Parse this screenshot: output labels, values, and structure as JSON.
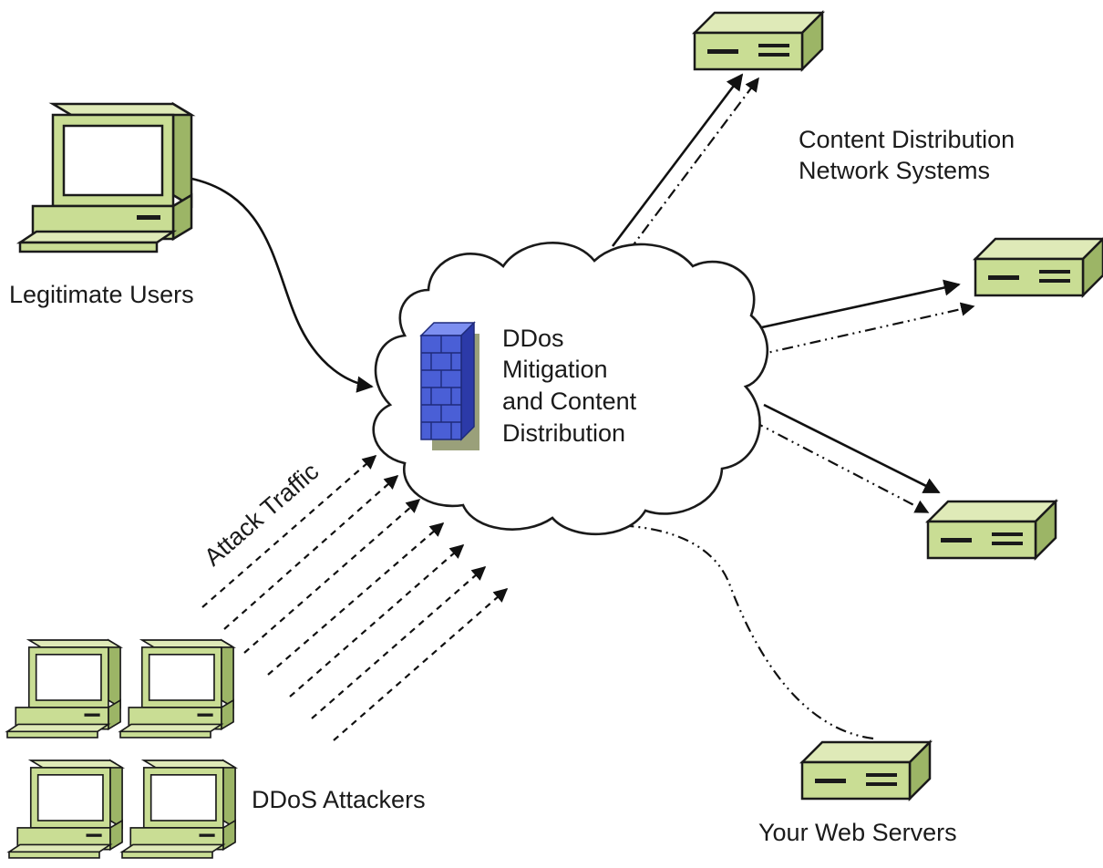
{
  "labels": {
    "legitimate_users": "Legitimate Users",
    "cdn_line1": "Content Distribution",
    "cdn_line2": "Network Systems",
    "cloud_line1": "DDos",
    "cloud_line2": "Mitigation",
    "cloud_line3": "and Content",
    "cloud_line4": "Distribution",
    "attack_traffic": "Attack Traffic",
    "ddos_attackers": "DDoS Attackers",
    "web_servers": "Your Web Servers"
  },
  "colors": {
    "device_green": "#c9dd94",
    "device_shadow": "#9cb566",
    "firewall_blue": "#4a5fd6",
    "outline": "#1a1a1a"
  },
  "icons": {
    "computer": "desktop-computer-icon",
    "server": "server-box-icon",
    "firewall": "brick-firewall-icon",
    "cloud": "cloud-icon"
  }
}
